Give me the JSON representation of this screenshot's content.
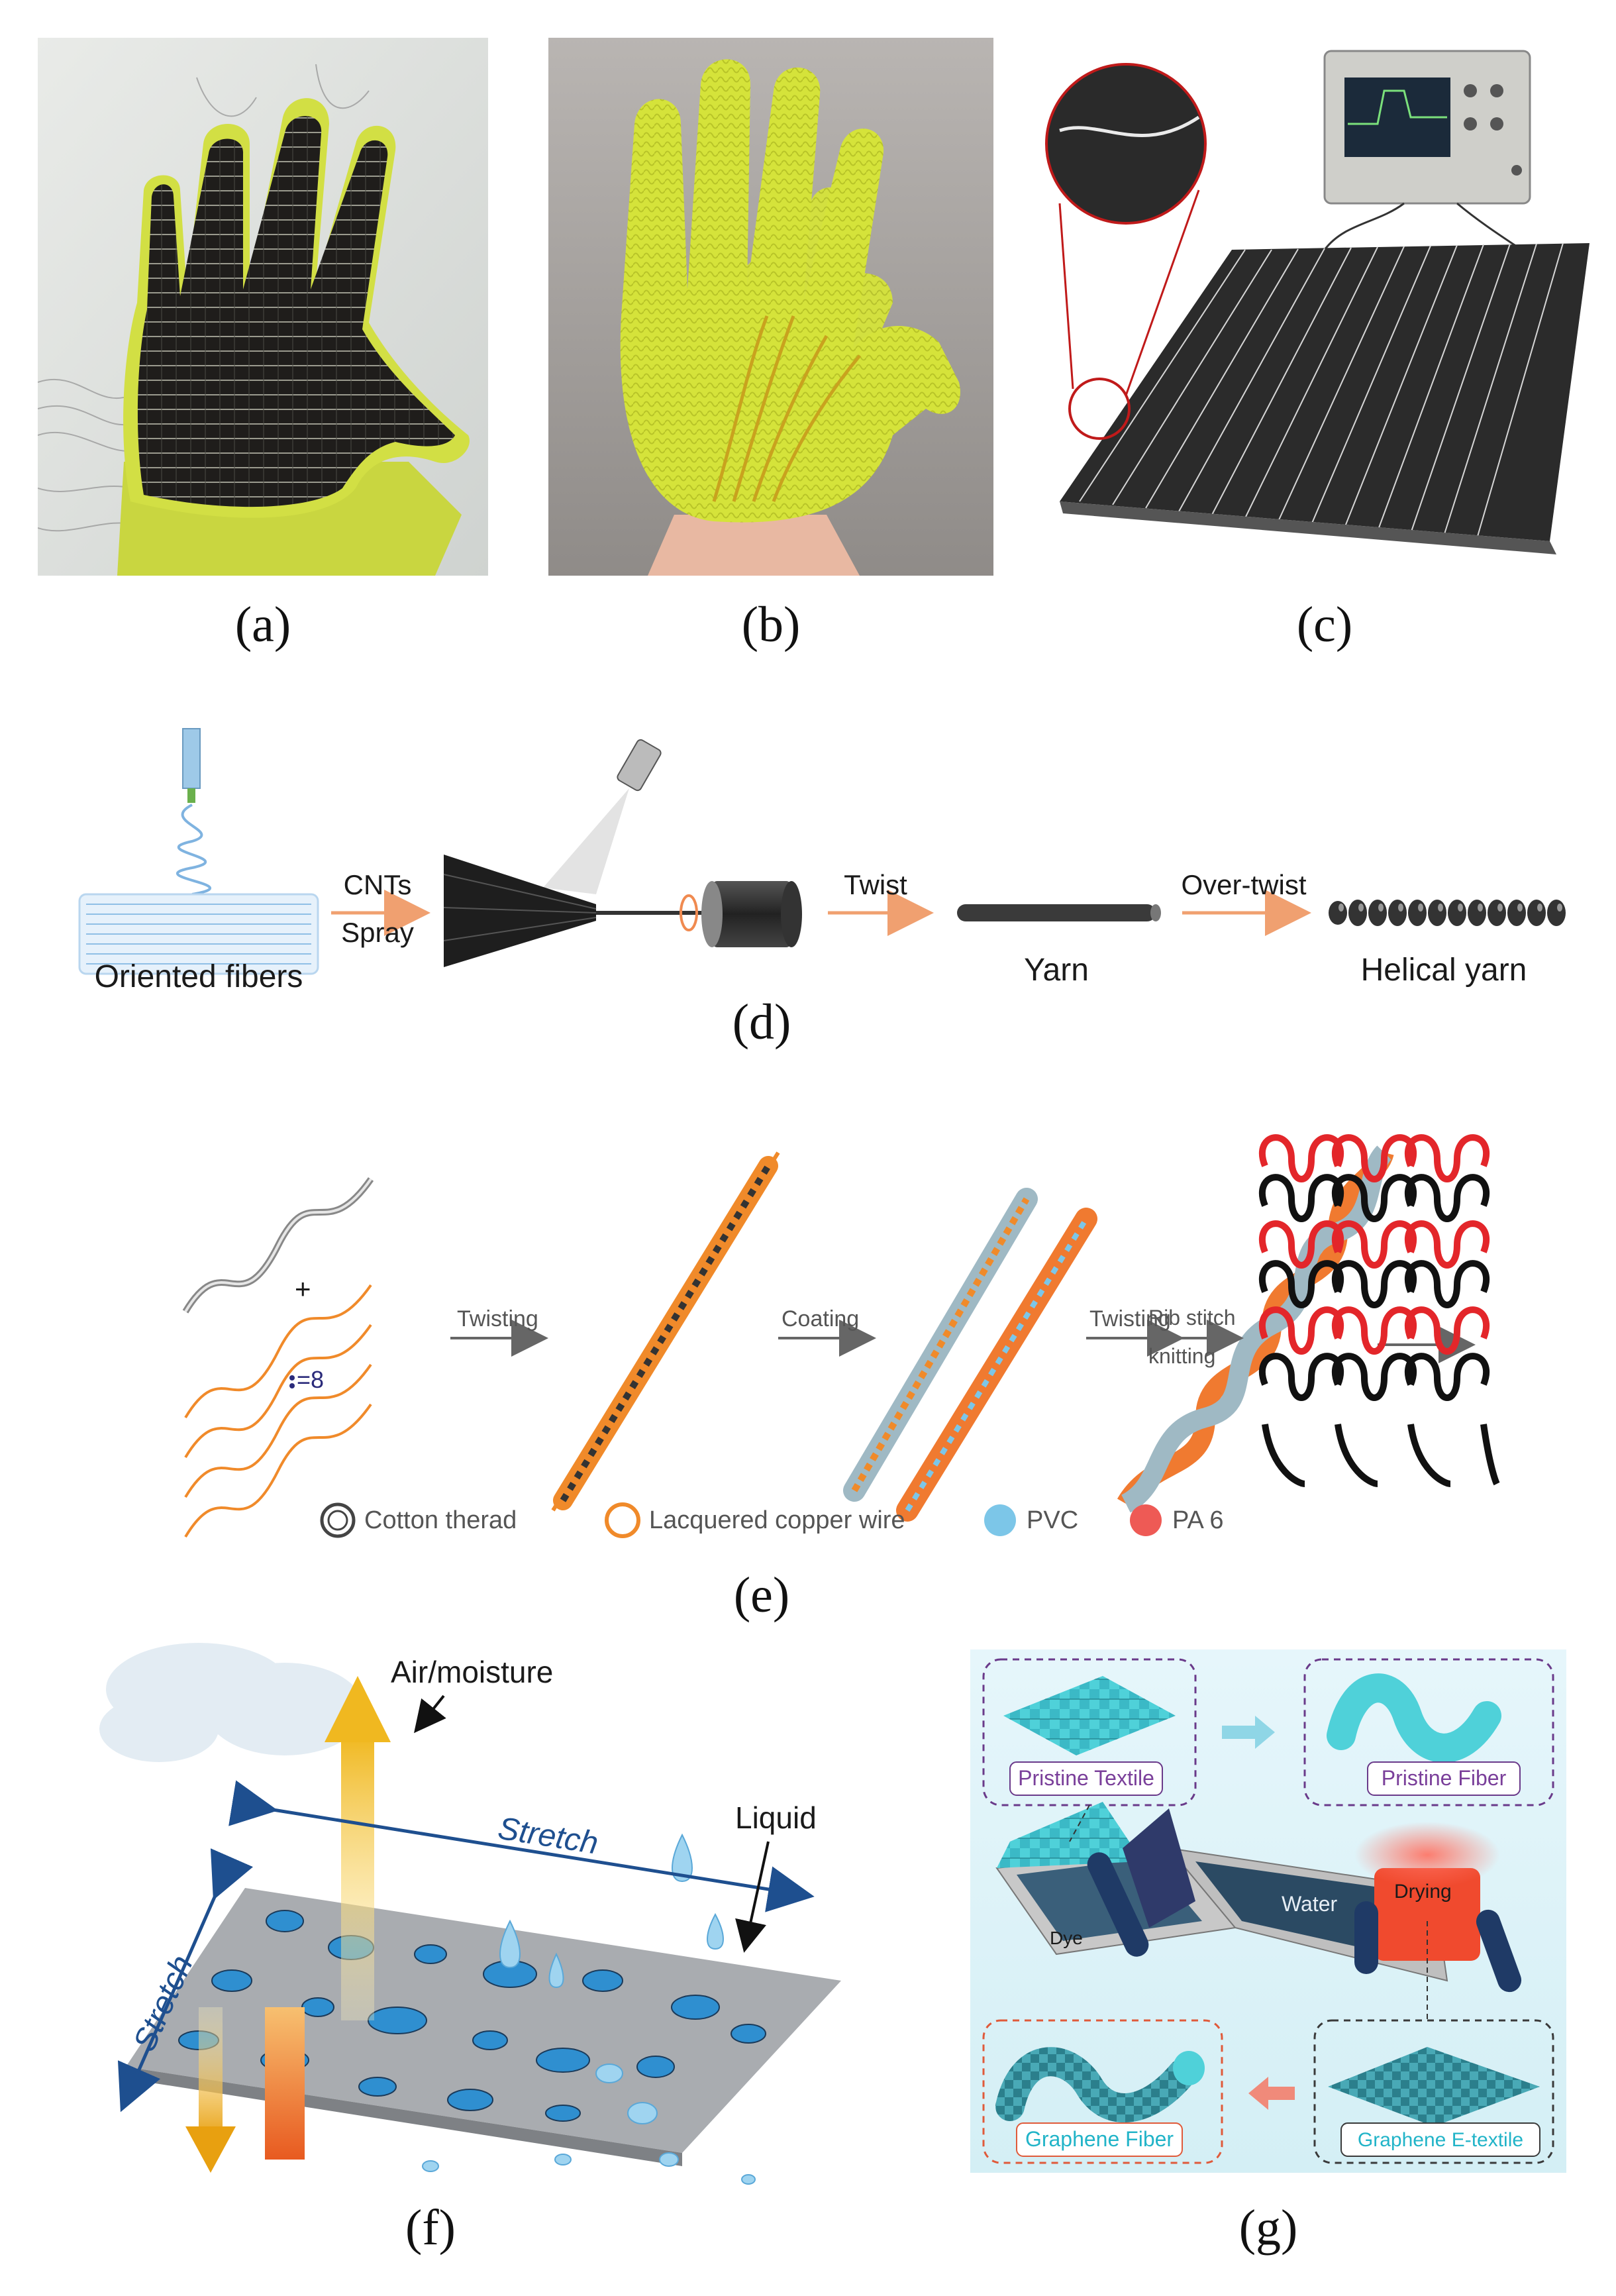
{
  "captions": {
    "a": "(a)",
    "b": "(b)",
    "c": "(c)",
    "d": "(d)",
    "e": "(e)",
    "f": "(f)",
    "g": "(g)"
  },
  "panel_d": {
    "step1_top": "CNTs",
    "step1_bottom": "Spray",
    "step2": "Twist",
    "step3": "Over-twist",
    "label_fibers": "Oriented fibers",
    "label_yarn": "Yarn",
    "label_helical": "Helical yarn"
  },
  "panel_e": {
    "plus": "+",
    "count": "=8",
    "step1": "Twisting",
    "step2": "Coating",
    "step3": "Twisting",
    "step4_line1": "Rib stitch",
    "step4_line2": "knitting",
    "legend": [
      "Cotton therad",
      "Lacquered copper wire",
      "PVC",
      "PA 6"
    ]
  },
  "panel_f": {
    "air": "Air/moisture",
    "stretch_top": "Stretch",
    "stretch_left": "Stretch",
    "liquid": "Liquid"
  },
  "panel_g": {
    "pristine_textile": "Pristine Textile",
    "pristine_fiber": "Pristine Fiber",
    "water": "Water",
    "dye": "Dye",
    "drying": "Drying",
    "graphene_fiber": "Graphene Fiber",
    "graphene_etextile": "Graphene E-textile"
  },
  "colors": {
    "glove_yellow": "#d6e23a",
    "orange": "#f08a2a",
    "pvc_blue": "#7cc6e8",
    "pa6_red": "#ee5a55",
    "navy": "#1e4f8f",
    "cyan": "#39c5d6"
  }
}
